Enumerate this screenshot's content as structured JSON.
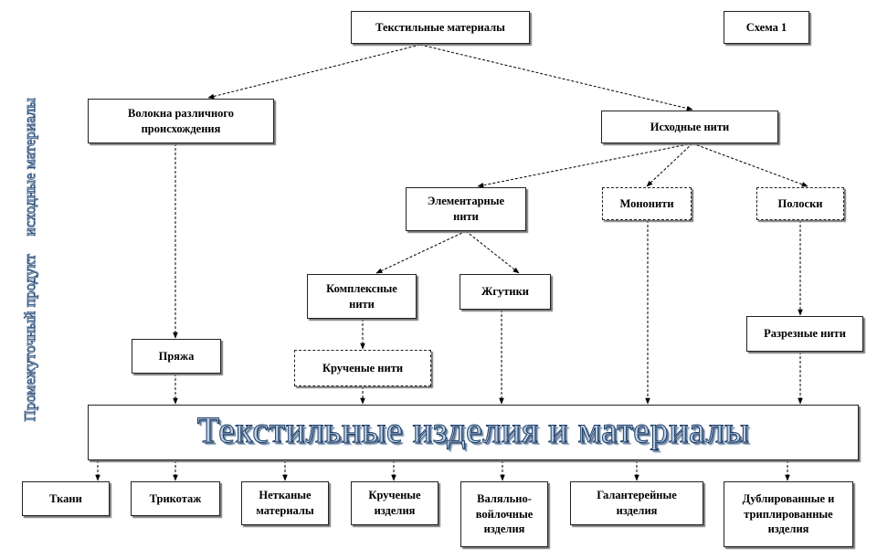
{
  "nodes": {
    "textile_materials": "Текстильные материалы",
    "scheme": "Схема 1",
    "fibers": "Волокна различного происхождения",
    "source_threads": "Исходные нити",
    "elementary_threads": "Элементарные нити",
    "monothreads": "Мононити",
    "strips": "Полоски",
    "complex_threads": "Комплексные нити",
    "bundles": "Жгутики",
    "yarn": "Пряжа",
    "twisted_threads": "Крученые нити",
    "cut_threads": "Разрезные нити",
    "products": "Текстильные изделия и материалы"
  },
  "side_labels": {
    "source_materials": "исходные материалы",
    "intermediate_product": "Промежуточный продукт"
  },
  "outputs": [
    "Ткани",
    "Трикотаж",
    "Нетканые материалы",
    "Крученые изделия",
    "Валяльно-войлочные изделия",
    "Галантерейные изделия",
    "Дублированные и триплированные изделия"
  ]
}
